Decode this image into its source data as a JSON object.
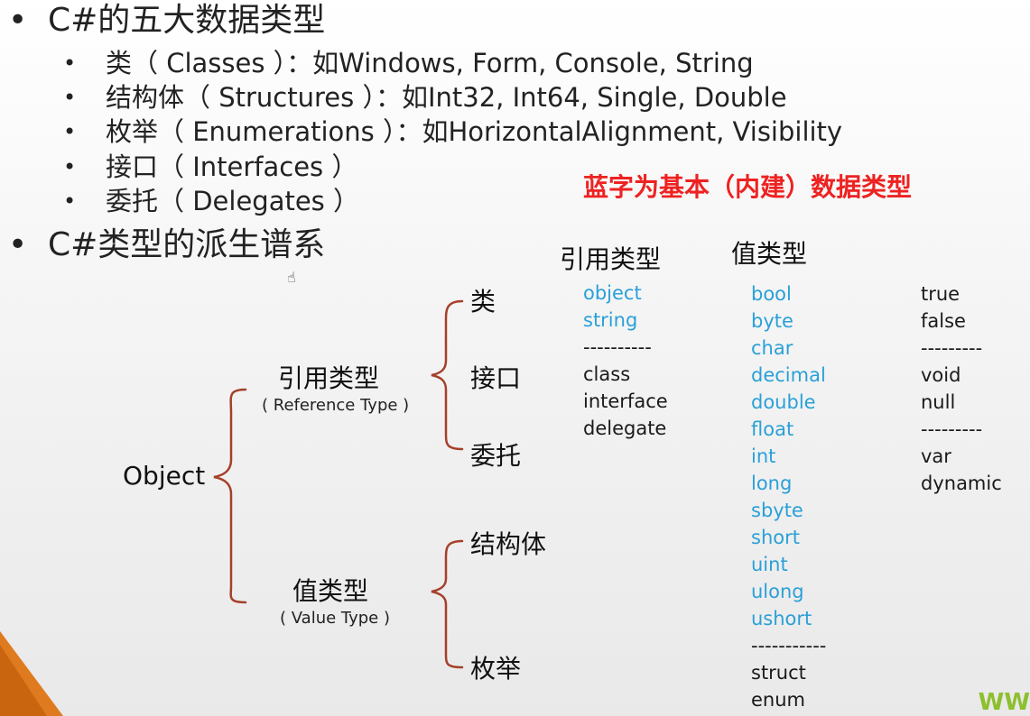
{
  "heading1": "C#的五大数据类型",
  "bullets": [
    "类（ Classes ）：如Windows, Form, Console, String",
    "结构体（ Structures ）：如Int32, Int64, Single, Double",
    "枚举（ Enumerations ）：如HorizontalAlignment, Visibility",
    "接口（ Interfaces ）",
    "委托（ Delegates ）"
  ],
  "heading2": "C#类型的派生谱系",
  "note": "蓝字为基本（内建）数据类型",
  "tree": {
    "root": "Object",
    "reference": {
      "label": "引用类型",
      "english": "( Reference Type )"
    },
    "value": {
      "label": "值类型",
      "english": "( Value Type )"
    },
    "reference_children": [
      "类",
      "接口",
      "委托"
    ],
    "value_children": [
      "结构体",
      "枚举"
    ]
  },
  "reference_column": {
    "heading": "引用类型",
    "items": [
      {
        "text": "object",
        "builtin": true
      },
      {
        "text": "string",
        "builtin": true
      },
      {
        "text": "----------",
        "builtin": false
      },
      {
        "text": "class",
        "builtin": false
      },
      {
        "text": "interface",
        "builtin": false
      },
      {
        "text": "delegate",
        "builtin": false
      }
    ]
  },
  "value_column": {
    "heading": "值类型",
    "items": [
      {
        "text": "bool",
        "builtin": true
      },
      {
        "text": "byte",
        "builtin": true
      },
      {
        "text": "char",
        "builtin": true
      },
      {
        "text": "decimal",
        "builtin": true
      },
      {
        "text": "double",
        "builtin": true
      },
      {
        "text": "float",
        "builtin": true
      },
      {
        "text": "int",
        "builtin": true
      },
      {
        "text": "long",
        "builtin": true
      },
      {
        "text": "sbyte",
        "builtin": true
      },
      {
        "text": "short",
        "builtin": true
      },
      {
        "text": "uint",
        "builtin": true
      },
      {
        "text": "ulong",
        "builtin": true
      },
      {
        "text": "ushort",
        "builtin": true
      },
      {
        "text": "-----------",
        "builtin": false
      },
      {
        "text": "struct",
        "builtin": false
      },
      {
        "text": "enum",
        "builtin": false
      }
    ]
  },
  "other_column": {
    "items": [
      "true",
      "false",
      "---------",
      "void",
      "null",
      "---------",
      "var",
      "dynamic"
    ]
  },
  "colors": {
    "builtin": "#2aa0d8",
    "note": "#ee2222",
    "brace": "#a5402a",
    "corner": "#e07a1f"
  },
  "watermark": "WW"
}
